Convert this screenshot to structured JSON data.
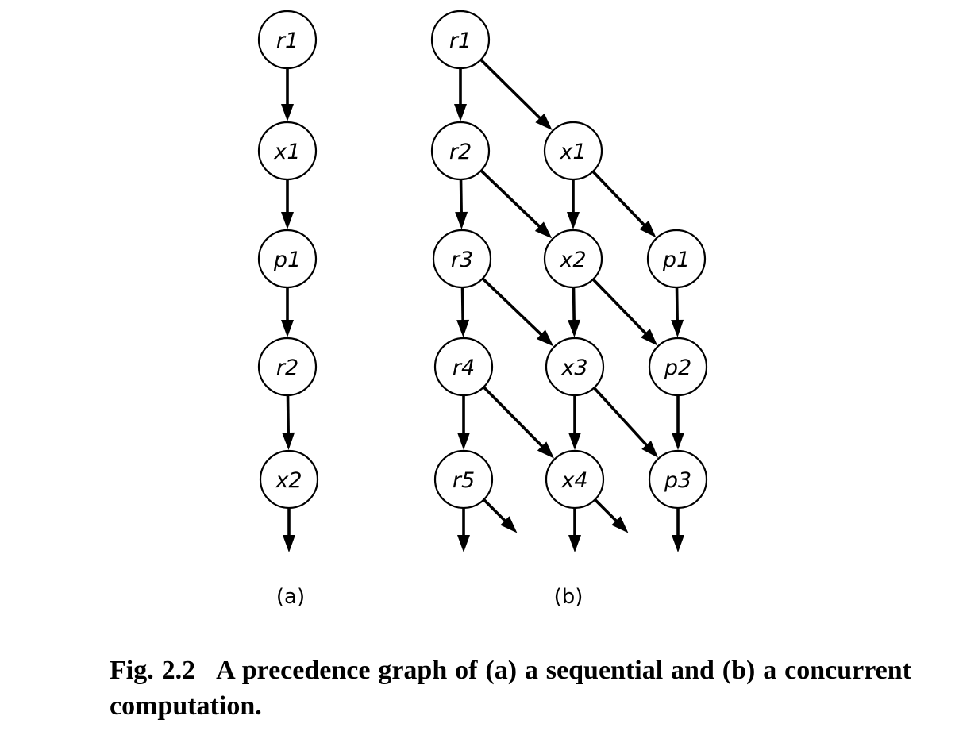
{
  "caption": {
    "figure_number": "Fig. 2.2",
    "text": "A precedence graph of (a) a sequential and (b) a concurrent computation."
  },
  "graph_a": {
    "label": "(a)",
    "nodes": [
      {
        "id": "a-r1",
        "label": "r1"
      },
      {
        "id": "a-x1",
        "label": "x1"
      },
      {
        "id": "a-p1",
        "label": "p1"
      },
      {
        "id": "a-r2",
        "label": "r2"
      },
      {
        "id": "a-x2",
        "label": "x2"
      }
    ],
    "edges": [
      [
        "a-r1",
        "a-x1"
      ],
      [
        "a-x1",
        "a-p1"
      ],
      [
        "a-p1",
        "a-r2"
      ],
      [
        "a-r2",
        "a-x2"
      ]
    ],
    "open_edges": [
      {
        "from": "a-x2",
        "direction": "down"
      }
    ]
  },
  "graph_b": {
    "label": "(b)",
    "nodes": [
      {
        "id": "b-r1",
        "label": "r1"
      },
      {
        "id": "b-r2",
        "label": "r2"
      },
      {
        "id": "b-x1",
        "label": "x1"
      },
      {
        "id": "b-r3",
        "label": "r3"
      },
      {
        "id": "b-x2",
        "label": "x2"
      },
      {
        "id": "b-p1",
        "label": "p1"
      },
      {
        "id": "b-r4",
        "label": "r4"
      },
      {
        "id": "b-x3",
        "label": "x3"
      },
      {
        "id": "b-p2",
        "label": "p2"
      },
      {
        "id": "b-r5",
        "label": "r5"
      },
      {
        "id": "b-x4",
        "label": "x4"
      },
      {
        "id": "b-p3",
        "label": "p3"
      }
    ],
    "edges": [
      [
        "b-r1",
        "b-r2"
      ],
      [
        "b-r1",
        "b-x1"
      ],
      [
        "b-r2",
        "b-r3"
      ],
      [
        "b-r2",
        "b-x2"
      ],
      [
        "b-x1",
        "b-x2"
      ],
      [
        "b-x1",
        "b-p1"
      ],
      [
        "b-r3",
        "b-r4"
      ],
      [
        "b-r3",
        "b-x3"
      ],
      [
        "b-x2",
        "b-x3"
      ],
      [
        "b-x2",
        "b-p2"
      ],
      [
        "b-p1",
        "b-p2"
      ],
      [
        "b-r4",
        "b-r5"
      ],
      [
        "b-r4",
        "b-x4"
      ],
      [
        "b-x3",
        "b-x4"
      ],
      [
        "b-x3",
        "b-p3"
      ],
      [
        "b-p2",
        "b-p3"
      ]
    ],
    "open_edges": [
      {
        "from": "b-r5",
        "direction": "down"
      },
      {
        "from": "b-r5",
        "direction": "diagonal"
      },
      {
        "from": "b-x4",
        "direction": "down"
      },
      {
        "from": "b-x4",
        "direction": "diagonal"
      },
      {
        "from": "b-p3",
        "direction": "down"
      }
    ]
  }
}
